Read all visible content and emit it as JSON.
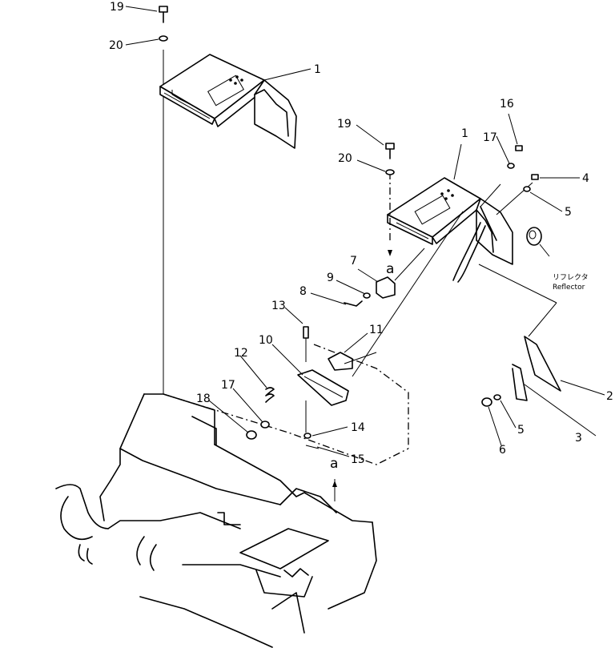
{
  "diagram": {
    "callouts": {
      "c19a": "19",
      "c20a": "20",
      "c1a": "1",
      "c19b": "19",
      "c20b": "20",
      "c1b": "1",
      "c16": "16",
      "c17a": "17",
      "c4": "4",
      "c5a": "5",
      "c7": "7",
      "c9": "9",
      "c8": "8",
      "c13": "13",
      "c11": "11",
      "c10": "10",
      "c12": "12",
      "c17b": "17",
      "c18": "18",
      "c14": "14",
      "c15": "15",
      "c2": "2",
      "c3": "3",
      "c5b": "5",
      "c6": "6"
    },
    "ref_letters": {
      "upper": "a",
      "lower": "a"
    },
    "reflector_label_jp": "リフレクタ",
    "reflector_label_en": "Reflector"
  }
}
